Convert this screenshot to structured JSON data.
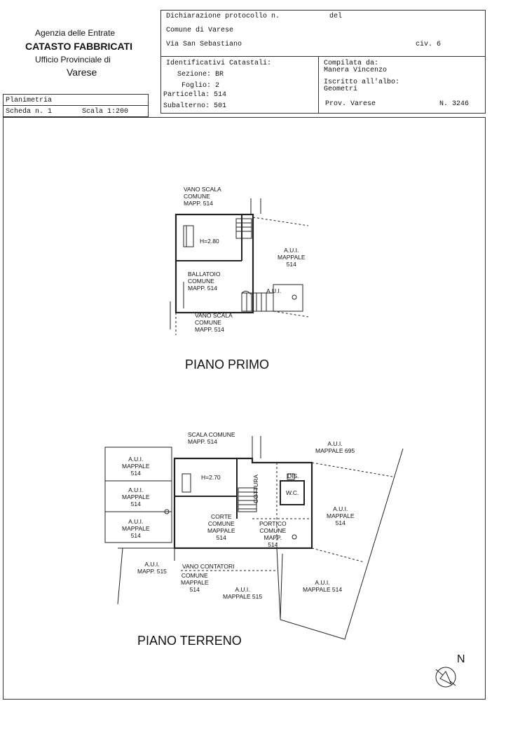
{
  "header": {
    "agency": "Agenzia delle Entrate",
    "catasto": "CATASTO FABBRICATI",
    "office": "Ufficio Provinciale di",
    "city": "Varese",
    "planimetria": "Planimetria",
    "scheda": "Scheda n. 1",
    "scala": "Scala 1:200"
  },
  "protocol": {
    "dichiarazione": "Dichiarazione protocollo n.",
    "del": "del",
    "comune": "Comune di Varese",
    "via": "Via San Sebastiano",
    "civ": "civ. 6"
  },
  "identifiers": {
    "title": "Identificativi Catastali:",
    "sezione": "Sezione: BR",
    "foglio": "Foglio: 2",
    "particella": "Particella: 514",
    "subalterno": "Subalterno: 501"
  },
  "compiler": {
    "compilata": "Compilata da:",
    "name": "Manera Vincenzo",
    "iscritto": "Iscritto all'albo:",
    "albo": "Geometri",
    "prov": "Prov. Varese",
    "numero": "N. 3246"
  },
  "floors": {
    "primo": "PIANO PRIMO",
    "terreno": "PIANO TERRENO"
  },
  "labels_primo": {
    "vano_scala_top": [
      "VANO SCALA",
      "COMUNE",
      "MAPP. 514"
    ],
    "h": "H=2.80",
    "aui_right": [
      "A.U.I.",
      "MAPPALE",
      "514"
    ],
    "ballatoio": [
      "BALLATOIO",
      "COMUNE",
      "MAPP. 514"
    ],
    "aui_small": "A.U.I.",
    "vano_scala_bottom": [
      "VANO SCALA",
      "COMUNE",
      "MAPP. 514"
    ]
  },
  "labels_terreno": {
    "scala_comune": [
      "SCALA  COMUNE",
      "MAPP. 514"
    ],
    "aui_695": [
      "A.U.I.",
      "MAPPALE 695"
    ],
    "aui_left1": [
      "A.U.I.",
      "MAPPALE",
      "514"
    ],
    "aui_left2": [
      "A.U.I.",
      "MAPPALE",
      "514"
    ],
    "aui_left3": [
      "A.U.I.",
      "MAPPALE",
      "514"
    ],
    "h": "H=2.70",
    "cottura": "COTTURA",
    "dis": "DIS.",
    "wc": "W.C.",
    "corte": [
      "CORTE",
      "COMUNE",
      "MAPPALE",
      "514"
    ],
    "portico": [
      "PORTICO",
      "COMUNE",
      "MAPP.",
      "514"
    ],
    "aui_right": [
      "A.U.I.",
      "MAPPALE",
      "514"
    ],
    "aui_515": [
      "A.U.I.",
      "MAPP. 515"
    ],
    "vano_contatori": "VANO  CONTATORI",
    "comune_mappale": [
      "COMUNE",
      "MAPPALE",
      "514"
    ],
    "aui_mappale_515": [
      "A.U.I.",
      "MAPPALE 515"
    ],
    "aui_mappale_514": [
      "A.U.I.",
      "MAPPALE 514"
    ]
  },
  "north": "N"
}
